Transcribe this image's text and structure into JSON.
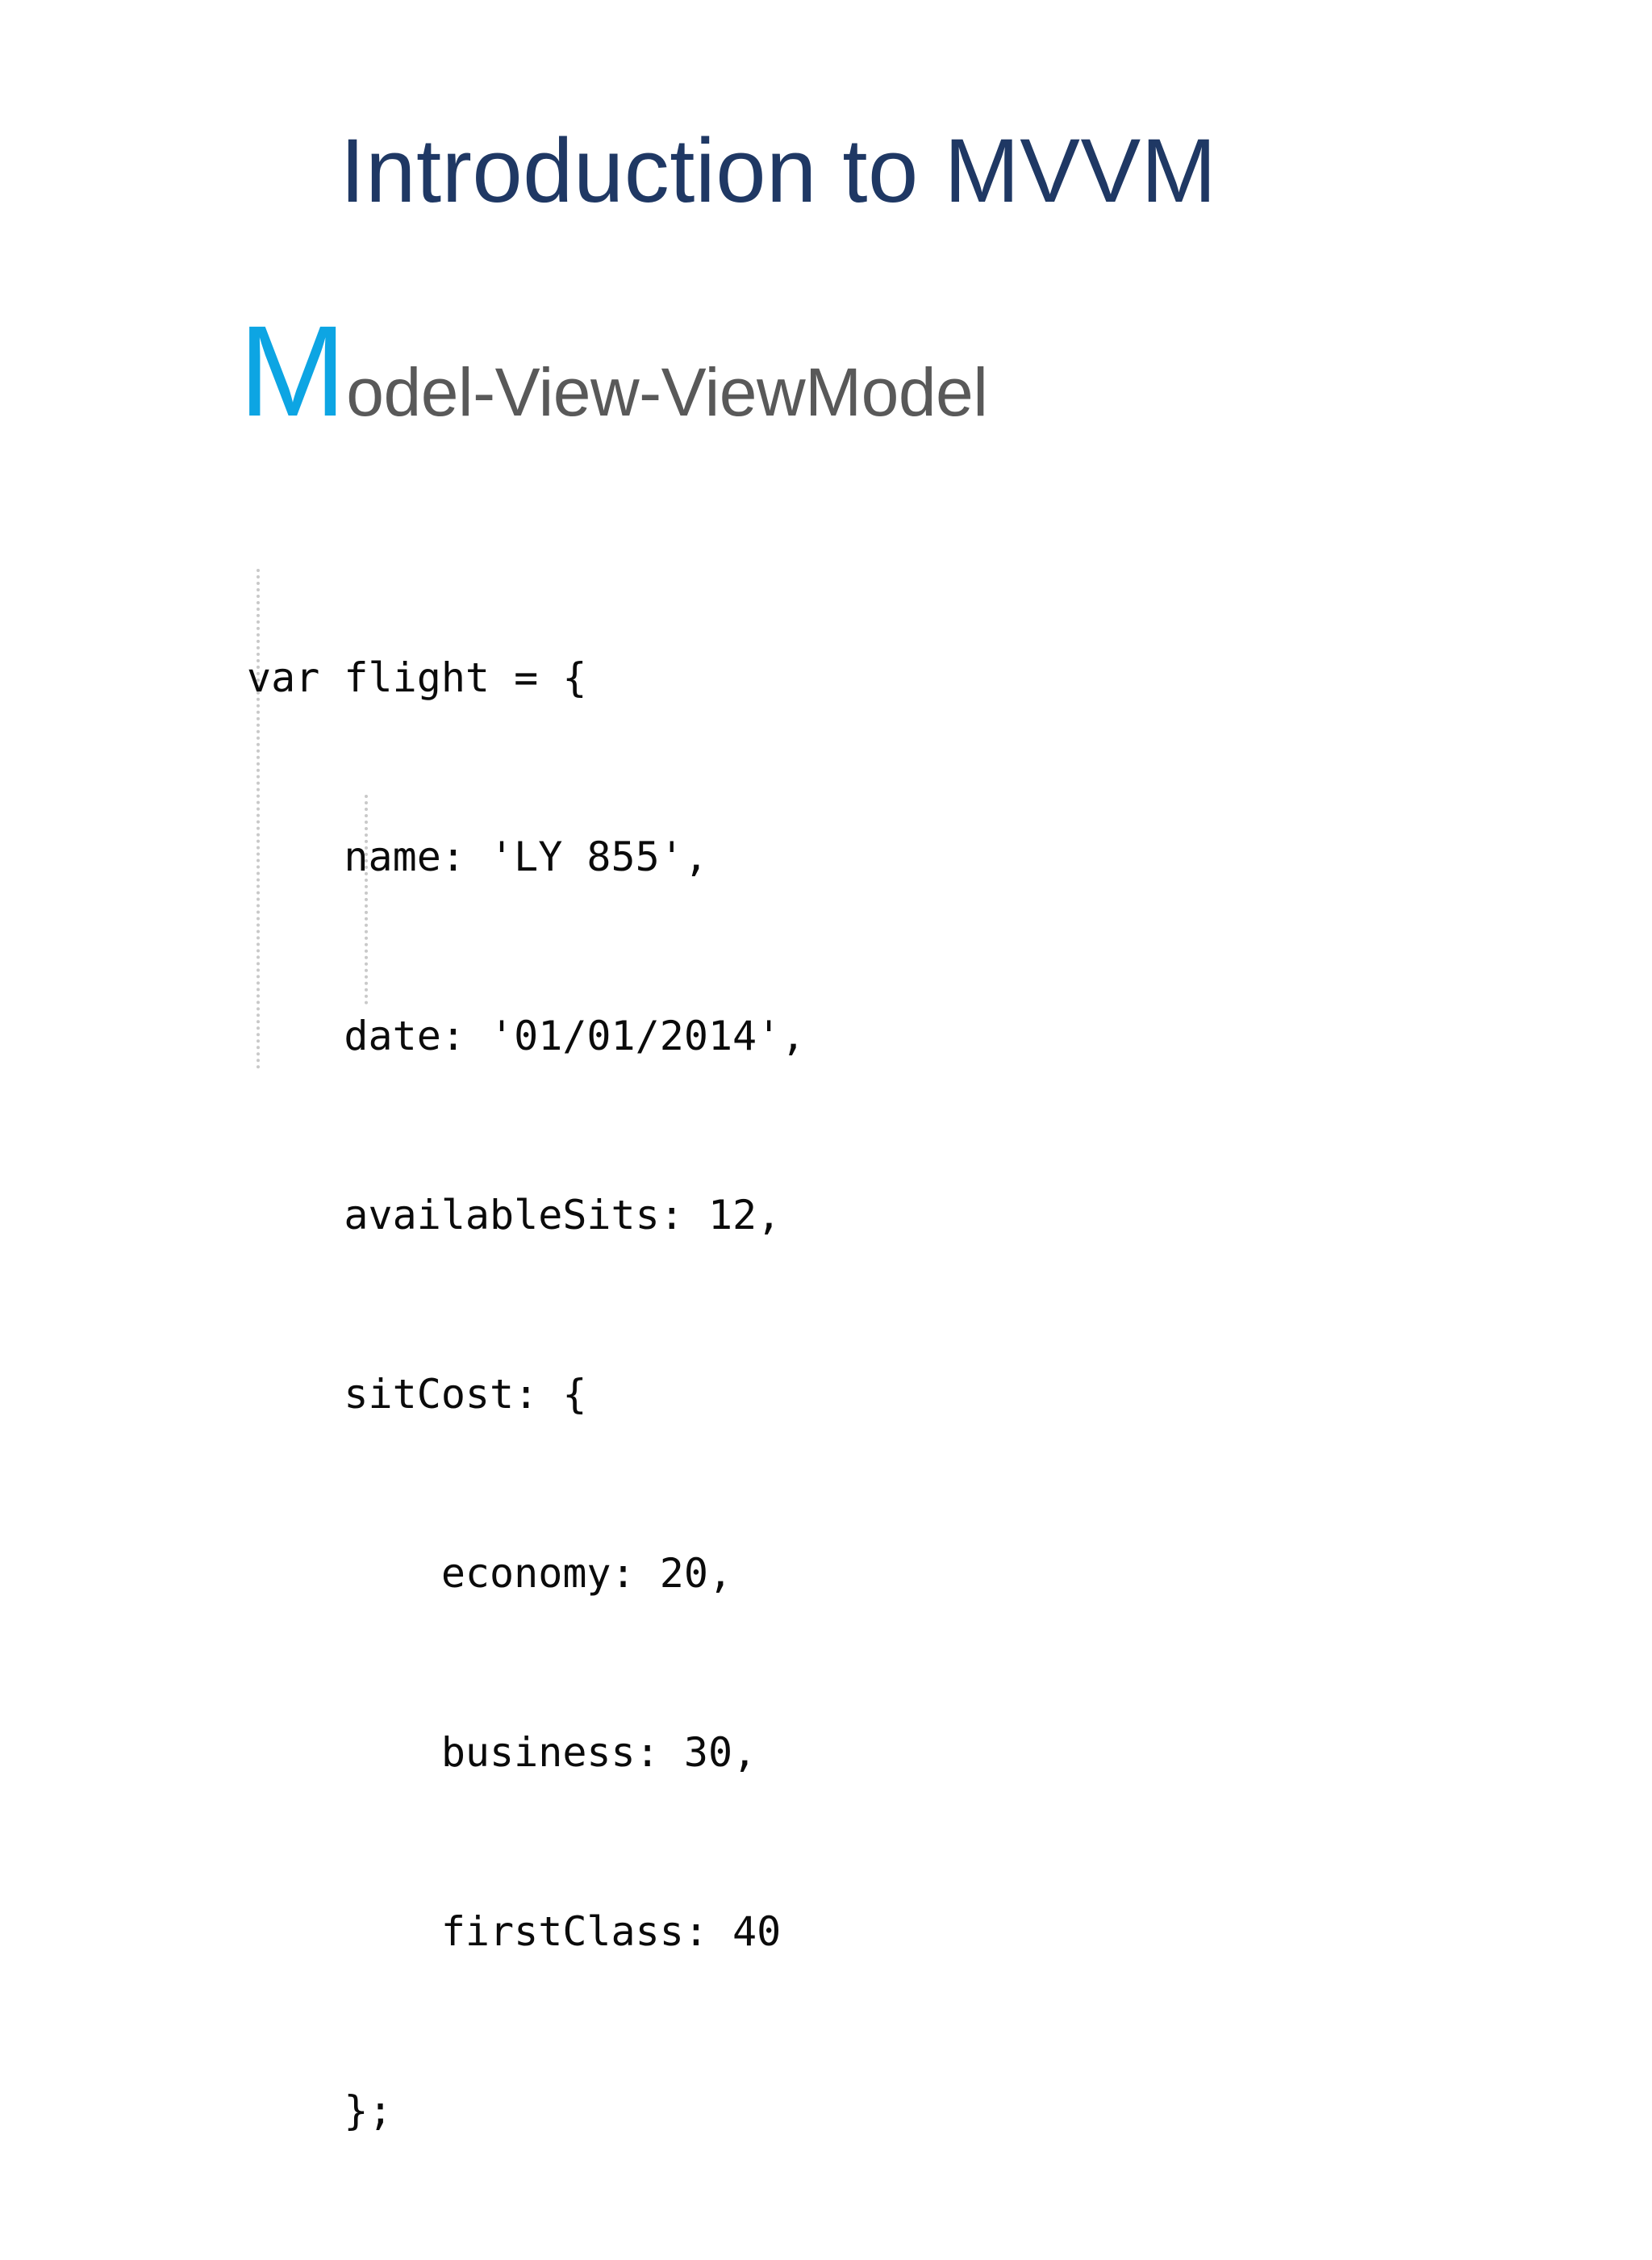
{
  "slide": {
    "title": "Introduction to MVVM",
    "background_color": "#ffffff",
    "title_color": "#1F3864"
  },
  "subtitle": {
    "dropcap": "M",
    "dropcap_color": "#0DA5E3",
    "rest": "odel-View-ViewModel",
    "rest_color": "#595959",
    "full_text": "Model-View-ViewModel"
  },
  "code": {
    "language": "javascript",
    "text_color": "#0b0b0b",
    "guide_color": "#c9c9c9",
    "lines": [
      "var flight = {",
      "    name: 'LY 855',",
      "    date: '01/01/2014',",
      "    availableSits: 12,",
      "    sitCost: {",
      "        economy: 20,",
      "        business: 30,",
      "        firstClass: 40",
      "    };"
    ]
  }
}
